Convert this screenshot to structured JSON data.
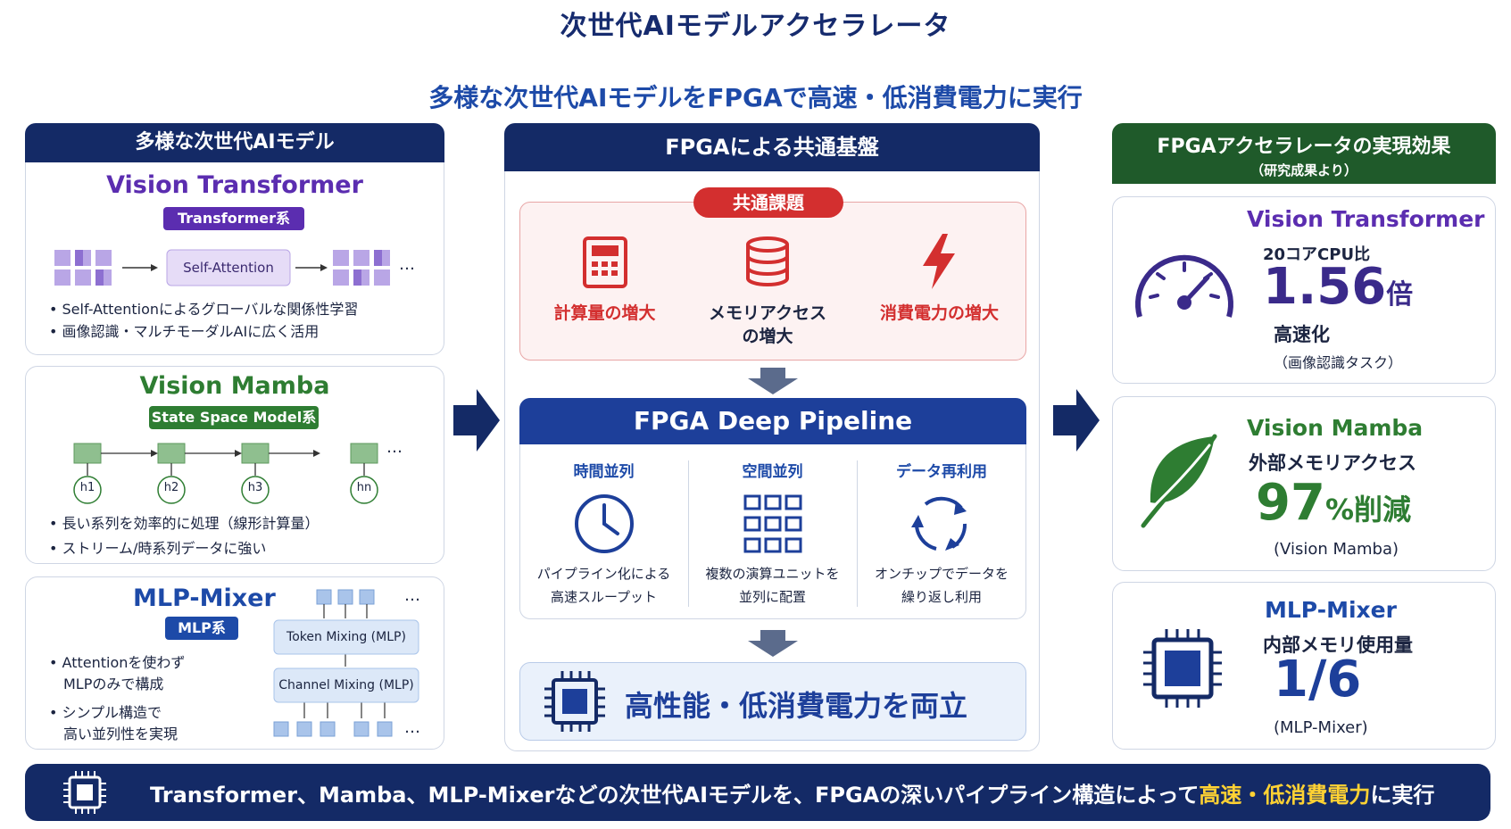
{
  "header": {
    "title": "次世代AIモデルアクセラレータ",
    "subtitle": "多様な次世代AIモデルをFPGAで高速・低消費電力に実行"
  },
  "left": {
    "heading": "多様な次世代AIモデル",
    "vit": {
      "name": "Vision Transformer",
      "tag": "Transformer系",
      "block": "Self-Attention",
      "ellipsis": "…",
      "bullets": [
        "• Self-Attentionによるグローバルな関係性学習",
        "• 画像認識・マルチモーダルAIに広く活用"
      ]
    },
    "mamba": {
      "name": "Vision Mamba",
      "tag": "State Space Model系",
      "states": [
        "h1",
        "h2",
        "h3",
        "hn"
      ],
      "ellipsis": "…",
      "bullets": [
        "• 長い系列を効率的に処理（線形計算量）",
        "• ストリーム/時系列データに強い"
      ]
    },
    "mlp": {
      "name": "MLP-Mixer",
      "tag": "MLP系",
      "block1": "Token Mixing (MLP)",
      "block2": "Channel Mixing (MLP)",
      "ellipsis": "…",
      "bullet1_line1": "• Attentionを使わず",
      "bullet1_line2": "MLPのみで構成",
      "bullet2_line1": "• シンプル構造で",
      "bullet2_line2": "高い並列性を実現"
    }
  },
  "middle": {
    "heading": "FPGAによる共通基盤",
    "challenge_title": "共通課題",
    "challenges": [
      {
        "line1": "計算量の増大",
        "line2": "",
        "icon": "calculator-icon"
      },
      {
        "line1": "メモリアクセス",
        "line2": "の増大",
        "icon": "database-icon"
      },
      {
        "line1": "消費電力の増大",
        "line2": "",
        "icon": "lightning-icon"
      }
    ],
    "pipeline_title": "FPGA Deep Pipeline",
    "pipeline": [
      {
        "title": "時間並列",
        "line1": "パイプライン化による",
        "line2": "高速スループット",
        "icon": "clock-icon"
      },
      {
        "title": "空間並列",
        "line1": "複数の演算ユニットを",
        "line2": "並列に配置",
        "icon": "grid-icon"
      },
      {
        "title": "データ再利用",
        "line1": "オンチップでデータを",
        "line2": "繰り返し利用",
        "icon": "cycle-icon"
      }
    ],
    "result": "高性能・低消費電力を両立"
  },
  "right": {
    "heading": "FPGAアクセラレータの実現効果",
    "subheading": "（研究成果より）",
    "vit": {
      "name": "Vision Transformer",
      "label": "20コアCPU比",
      "value": "1.56",
      "unit": "倍",
      "effect": "高速化",
      "note": "（画像認識タスク）"
    },
    "mamba": {
      "name": "Vision Mamba",
      "label": "外部メモリアクセス",
      "value": "97",
      "unit": "%削減",
      "note": "(Vision Mamba)"
    },
    "mlp": {
      "name": "MLP-Mixer",
      "label": "内部メモリ使用量",
      "value": "1/6",
      "note": "(MLP-Mixer)"
    }
  },
  "footer": {
    "text_pre": "Transformer、Mamba、MLP-Mixerなどの次世代AIモデルを、FPGAの深いパイプライン構造によって",
    "text_highlight": "高速・低消費電力",
    "text_post": "に実行"
  },
  "colors": {
    "navy": "#142a66",
    "blue": "#1d4aa8",
    "purple": "#5b2db0",
    "green": "#2e7d32",
    "red": "#d32f2f",
    "yellow": "#ffd233"
  }
}
